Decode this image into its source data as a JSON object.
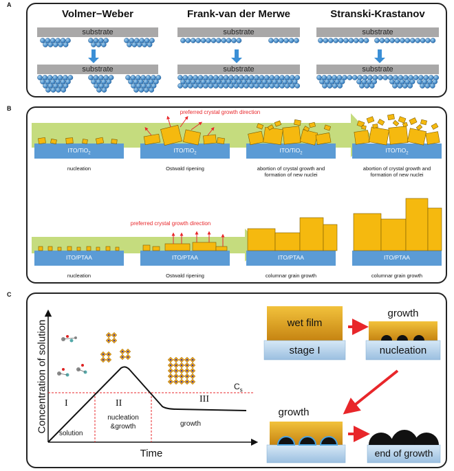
{
  "panel_a": {
    "label": "A",
    "modes": [
      {
        "title": "Volmer−Weber",
        "substrate": "substrate"
      },
      {
        "title": "Frank-van der Merwe",
        "substrate": "substrate"
      },
      {
        "title": "Stranski-Krastanov",
        "substrate": "substrate"
      }
    ]
  },
  "panel_b": {
    "label": "B",
    "top_row": {
      "annotation": "preferred crystal growth direction",
      "substrate_prefix": "ITO/TiO",
      "substrate_sub": "2",
      "captions": [
        "nucleation",
        "Ostwald ripening",
        "abortion of crystal growth and formation of new nuclei",
        "abortion of crystal growth and formation of new nuclei"
      ]
    },
    "bottom_row": {
      "annotation": "preferred crystal growth direction",
      "substrate": "ITO/PTAA",
      "captions": [
        "nucleation",
        "Ostwald ripening",
        "columnar grain growth",
        "columnar grain growth"
      ]
    }
  },
  "panel_c": {
    "label": "C",
    "graph": {
      "ylabel": "Concentration of solution",
      "xlabel": "Time",
      "cs_label": "C",
      "cs_sub": "s",
      "stages": [
        "I",
        "II",
        "III"
      ],
      "stage_captions": [
        "solution",
        "nucleation &growth",
        "growth"
      ]
    },
    "schematic": {
      "wet_film": "wet film",
      "stage_I": "stage I",
      "growth_1": "growth",
      "nucleation": "nucleation",
      "growth_2": "growth",
      "end": "end of growth"
    },
    "colors": {
      "film": "#e8a51f",
      "red": "#e8262a",
      "arrow_blue": "#3b8fd6"
    }
  }
}
